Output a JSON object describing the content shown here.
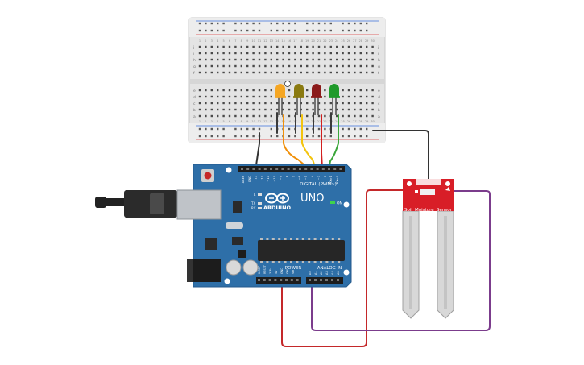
{
  "arduino": {
    "brand": "ARDUINO",
    "model": "UNO",
    "digital_header": "DIGITAL (PWM~)",
    "power_header": "POWER",
    "analog_header": "ANALOG IN",
    "on_label": "ON",
    "tx_label": "TX",
    "rx_label": "RX",
    "l_label": "L",
    "top_pins": [
      "AREF",
      "GND",
      "13",
      "12",
      "~11",
      "~10",
      "~9",
      "8",
      "7",
      "~6",
      "~5",
      "4",
      "~3",
      "2",
      "TX>1",
      "RX<0"
    ],
    "power_pins": [
      "IOREF",
      "RESET",
      "3.3V",
      "5V",
      "GND",
      "GND",
      "Vin"
    ],
    "analog_pins": [
      "A0",
      "A1",
      "A2",
      "A3",
      "A4",
      "A5"
    ]
  },
  "sensor": {
    "label_soil": "Soil",
    "label_moisture": "Moisture",
    "label_sensor": "Sensor"
  },
  "breadboard": {
    "row_letters_top": [
      "j",
      "i",
      "h",
      "g",
      "f"
    ],
    "row_letters_bottom": [
      "e",
      "d",
      "c",
      "b",
      "a"
    ],
    "column_numbers": [
      "1",
      "2",
      "3",
      "4",
      "5",
      "6",
      "7",
      "8",
      "9",
      "10",
      "11",
      "12",
      "13",
      "14",
      "15",
      "16",
      "17",
      "18",
      "19",
      "20",
      "21",
      "22",
      "23",
      "24",
      "25",
      "26",
      "27",
      "28",
      "29",
      "30"
    ]
  },
  "leds": [
    {
      "name": "led-orange",
      "color": "#f5a623"
    },
    {
      "name": "led-yellow",
      "color": "#8a7a10"
    },
    {
      "name": "led-red",
      "color": "#8b1a1a"
    },
    {
      "name": "led-green",
      "color": "#1f9a2a"
    }
  ],
  "wires": {
    "gnd": "#333333",
    "orange": "#f0900a",
    "yellow": "#f3c40e",
    "red": "#d31f1f",
    "green": "#3aa63a",
    "purple": "#7b3c8c",
    "power_red": "#c4282a"
  },
  "colors": {
    "board": "#2e6fa8",
    "board_dark": "#245a8c",
    "sensor": "#d81e27",
    "breadboard": "#e9e9e9"
  }
}
